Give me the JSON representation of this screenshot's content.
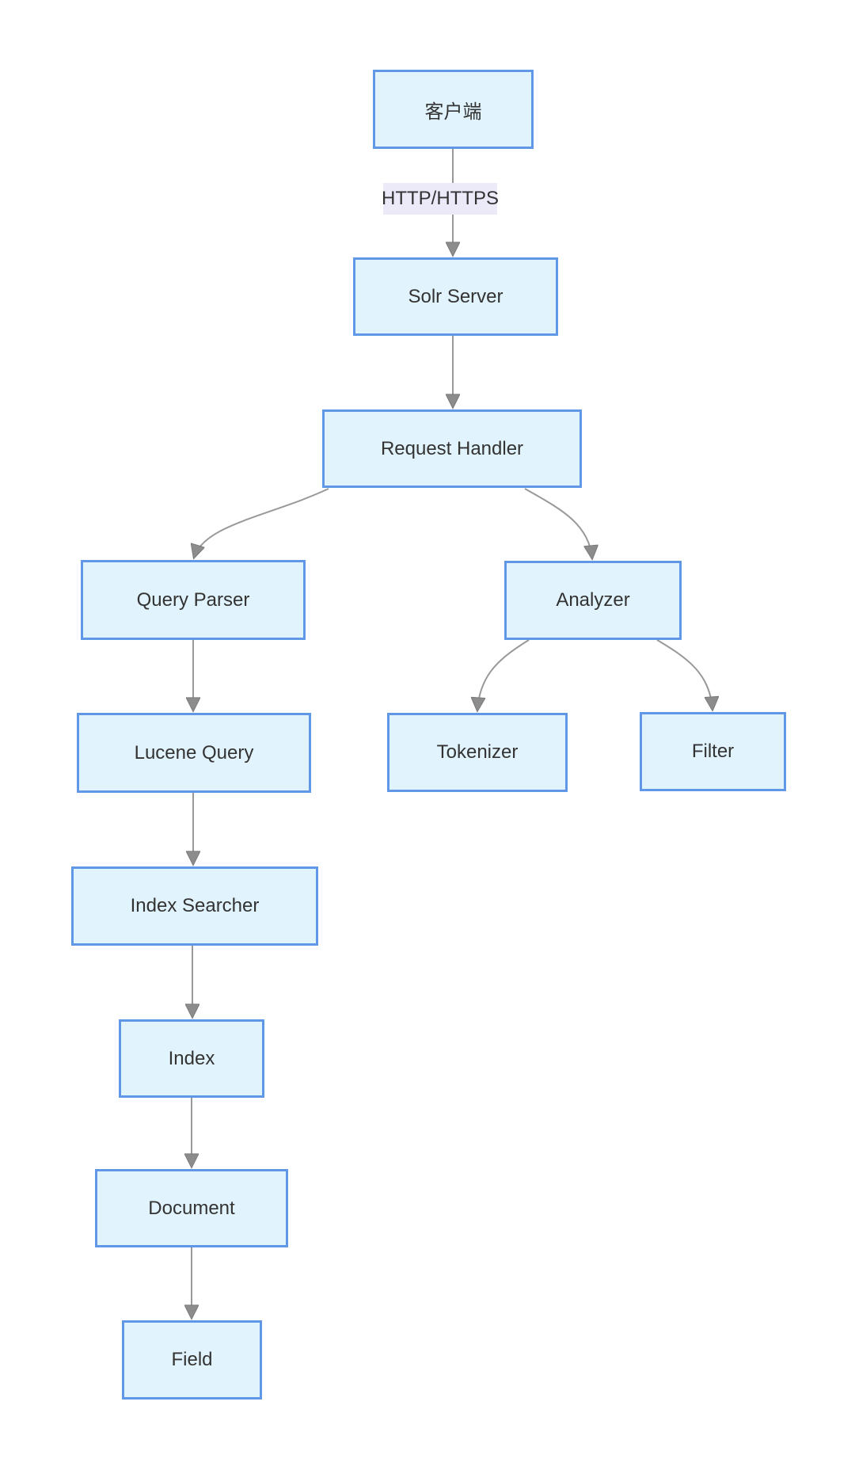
{
  "diagram": {
    "type": "flowchart",
    "direction": "top-down",
    "nodes": {
      "client": {
        "label": "客户端"
      },
      "solr_server": {
        "label": "Solr Server"
      },
      "request_handler": {
        "label": "Request Handler"
      },
      "query_parser": {
        "label": "Query Parser"
      },
      "analyzer": {
        "label": "Analyzer"
      },
      "lucene_query": {
        "label": "Lucene Query"
      },
      "tokenizer": {
        "label": "Tokenizer"
      },
      "filter": {
        "label": "Filter"
      },
      "index_searcher": {
        "label": "Index Searcher"
      },
      "index": {
        "label": "Index"
      },
      "document": {
        "label": "Document"
      },
      "field": {
        "label": "Field"
      }
    },
    "edges": [
      {
        "from": "客户端",
        "to": "Solr Server",
        "label": "HTTP/HTTPS"
      },
      {
        "from": "Solr Server",
        "to": "Request Handler",
        "label": ""
      },
      {
        "from": "Request Handler",
        "to": "Query Parser",
        "label": ""
      },
      {
        "from": "Request Handler",
        "to": "Analyzer",
        "label": ""
      },
      {
        "from": "Query Parser",
        "to": "Lucene Query",
        "label": ""
      },
      {
        "from": "Analyzer",
        "to": "Tokenizer",
        "label": ""
      },
      {
        "from": "Analyzer",
        "to": "Filter",
        "label": ""
      },
      {
        "from": "Lucene Query",
        "to": "Index Searcher",
        "label": ""
      },
      {
        "from": "Index Searcher",
        "to": "Index",
        "label": ""
      },
      {
        "from": "Index",
        "to": "Document",
        "label": ""
      },
      {
        "from": "Document",
        "to": "Field",
        "label": ""
      }
    ],
    "edge_label": "HTTP/HTTPS",
    "colors": {
      "node_fill": "#e1f3fc",
      "node_border": "#6097e7",
      "node_text": "#333333",
      "edge_line": "#999999",
      "arrowhead": "#8c8c8c",
      "edge_label_bg": "#ece9f8",
      "edge_label_text": "#333333",
      "background": "#ffffff"
    }
  }
}
